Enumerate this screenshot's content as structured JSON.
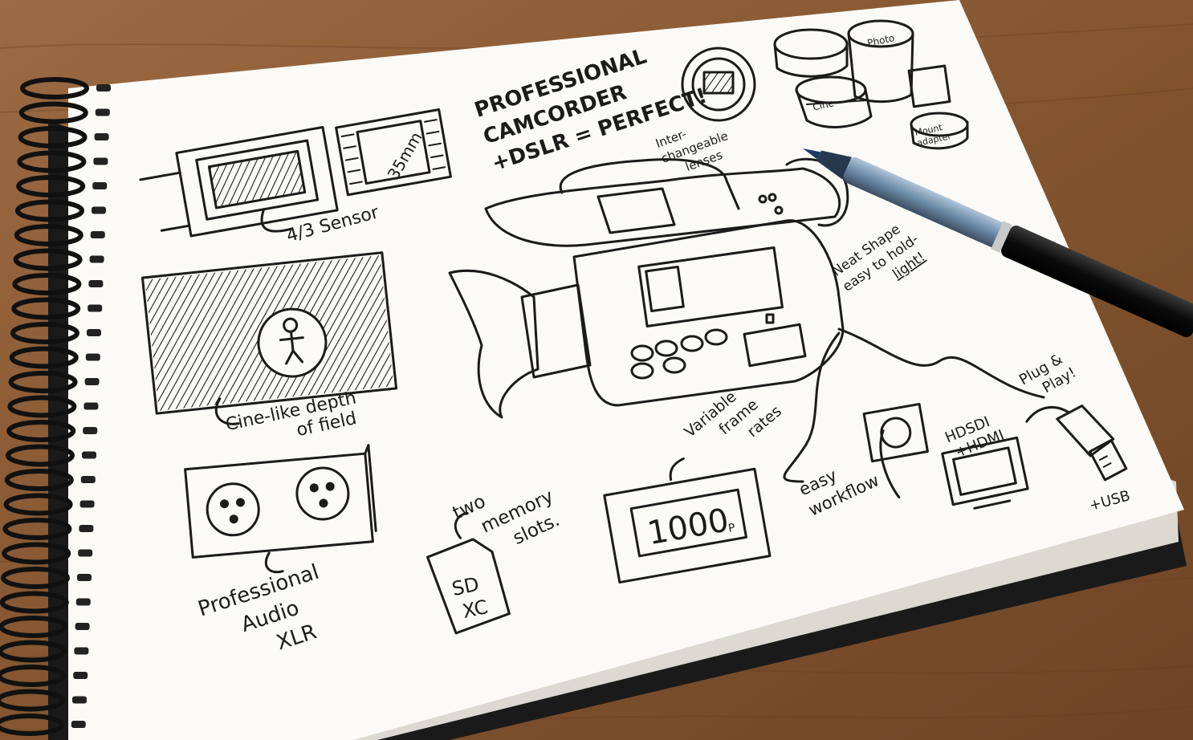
{
  "notes": {
    "headline": [
      "PROFESSIONAL",
      "CAMCORDER",
      "+DSLR = PERFECT!"
    ],
    "film_label": "35mm",
    "sensor": "4/3 Sensor",
    "lenses": [
      "Inter-",
      "changeable",
      "lenses"
    ],
    "lens_photo": "Photo",
    "lens_cine": "Cine",
    "mount_adapter": [
      "Mount",
      "adapter"
    ],
    "shape": [
      "Neat Shape",
      "easy to hold-",
      "light!"
    ],
    "depth": [
      "Cine-like depth",
      "of field"
    ],
    "xlr": [
      "Professional",
      "Audio",
      "XLR"
    ],
    "memory": [
      "two",
      "memory",
      "slots."
    ],
    "sd_card": [
      "SD",
      "XC"
    ],
    "frame_rates": [
      "Variable",
      "frame",
      "rates"
    ],
    "frame_display": "1000",
    "frame_unit": "P",
    "workflow": [
      "easy",
      "workflow"
    ],
    "hdsdi": [
      "HDSDI",
      "+HDMI"
    ],
    "plug": [
      "Plug &",
      "Play!"
    ],
    "usb": "+USB"
  },
  "colors": {
    "table": "#8a5a36",
    "paper": "#fbfaf6",
    "ink": "#1b1b1b",
    "spiral": "#111111",
    "pen_body": "#0d0d0d",
    "pen_barrel": "#6f8fb0"
  }
}
